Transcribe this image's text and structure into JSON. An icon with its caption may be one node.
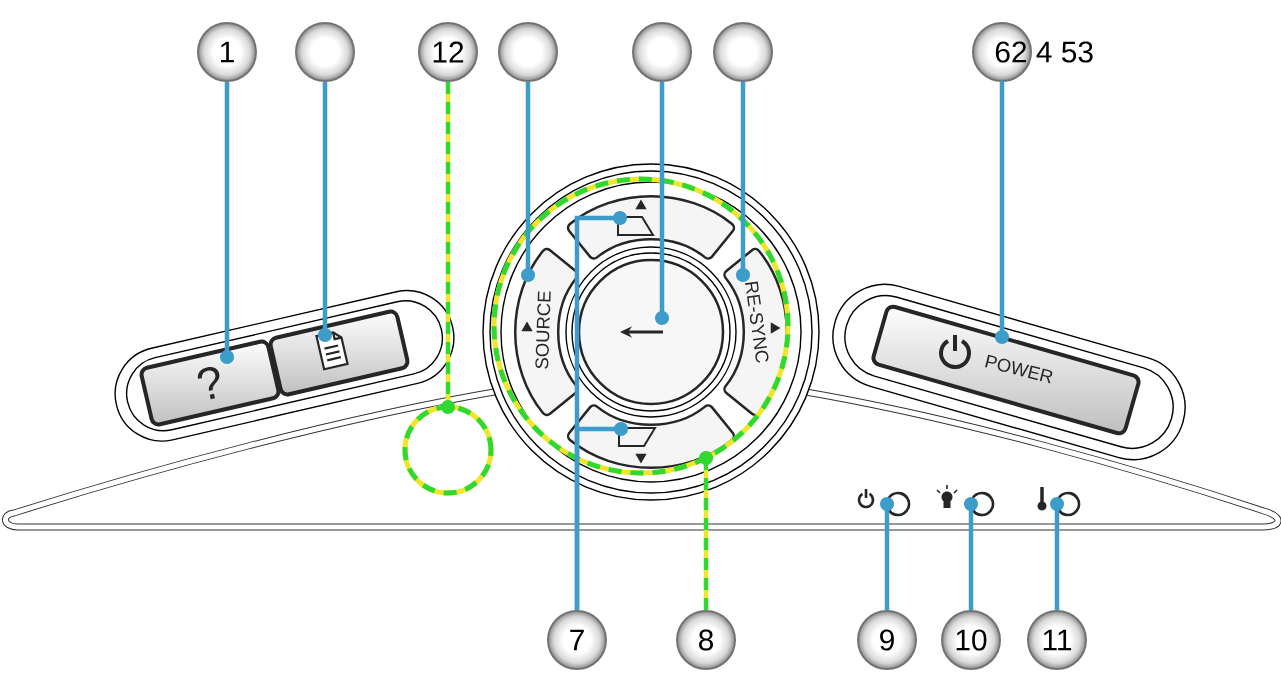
{
  "diagram": {
    "nodes": [
      {
        "text": [
          "1"
        ]
      },
      {
        "text": [],
        "shape": "circle"
      },
      {
        "text": [
          "12"
        ]
      },
      {
        "text": [],
        "shape": "circle"
      },
      {
        "text": [],
        "shape": "circle"
      },
      {
        "text": [],
        "shape": "circle"
      },
      {
        "text": [
          "62 4 53"
        ]
      },
      {
        "text": [
          "7"
        ]
      },
      {
        "text": [
          "8"
        ]
      },
      {
        "text": [
          "9"
        ]
      },
      {
        "text": [
          "10"
        ]
      },
      {
        "text": [
          "11"
        ]
      },
      {
        "text": [
          "?"
        ]
      },
      {
        "text": [],
        "shape": "box"
      },
      {
        "text": [],
        "shape": "circle"
      },
      {
        "text": [],
        "shape": "circle"
      },
      {
        "text": [
          "SOURCE"
        ],
        "in": 15
      },
      {
        "text": [],
        "shape": "box",
        "in": 15
      },
      {
        "text": [],
        "shape": "circle",
        "in": 15
      },
      {
        "text": [
          "RE-SYNC"
        ],
        "in": 15
      },
      {
        "text": [],
        "shape": "box",
        "in": 15
      },
      {
        "text": [
          "POWER"
        ]
      },
      {
        "text": [],
        "shape": "circle"
      },
      {
        "text": [],
        "shape": "circle"
      },
      {
        "text": [],
        "shape": "circle"
      }
    ],
    "edges": [
      {
        "from": 0,
        "to": 12,
        "arrow": "other"
      },
      {
        "from": 1,
        "to": 13,
        "arrow": "other"
      },
      {
        "from": 2,
        "to": 14,
        "arrow": "other",
        "style": "dashed",
        "color": "#2fd92f"
      },
      {
        "from": 3,
        "to": 16,
        "arrow": "other"
      },
      {
        "from": 4,
        "to": 18,
        "arrow": "other"
      },
      {
        "from": 5,
        "to": 19,
        "arrow": "other"
      },
      {
        "from": 6,
        "to": 21,
        "arrow": "other"
      },
      {
        "from": 7,
        "to": 17,
        "arrow": "other"
      },
      {
        "from": 7,
        "to": 20,
        "arrow": "other"
      },
      {
        "from": 8,
        "to": 15,
        "arrow": "other",
        "style": "dashed",
        "color": "#2fd92f"
      },
      {
        "from": 9,
        "to": 22,
        "arrow": "other"
      },
      {
        "from": 10,
        "to": 23,
        "arrow": "other"
      },
      {
        "from": 11,
        "to": 24,
        "arrow": "other"
      }
    ]
  }
}
